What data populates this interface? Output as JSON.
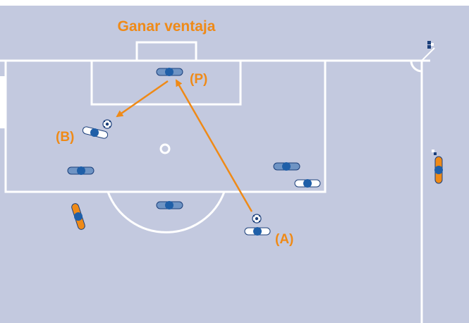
{
  "title": "Ganar ventaja",
  "labels": {
    "p": "(P)",
    "b": "(B)",
    "a": "(A)"
  },
  "colors": {
    "pitch": "#c3c9df",
    "line": "#ffffff",
    "accent": "#ef8a17",
    "player_dark": "#1f5fa8",
    "player_light": "#6f94c4",
    "outline": "#1b3f7a"
  },
  "icons": [
    "ball-icon",
    "corner-flag-icon",
    "player-icon"
  ]
}
